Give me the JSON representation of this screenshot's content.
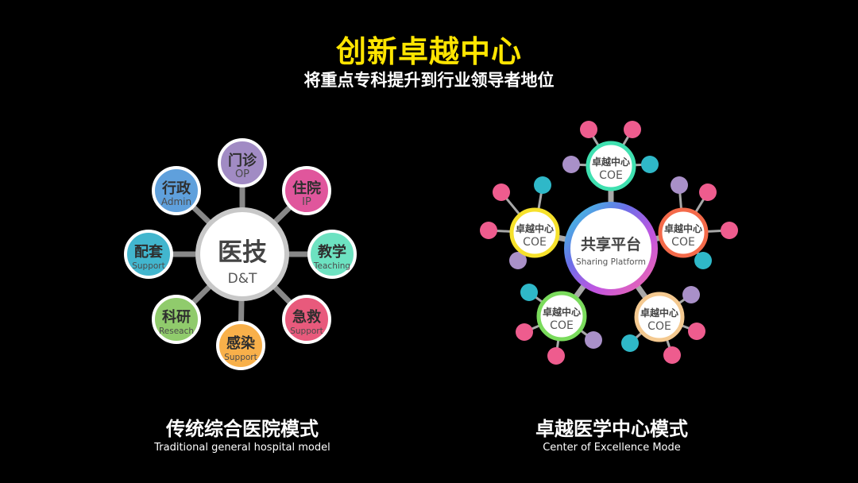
{
  "header": {
    "title": "创新卓越中心",
    "subtitle": "将重点专科提升到行业领导者地位"
  },
  "left_diagram": {
    "center": {
      "cn": "医技",
      "en": "D&T"
    },
    "nodes": [
      {
        "cn": "门诊",
        "en": "OP",
        "color": "#A18BC4"
      },
      {
        "cn": "住院",
        "en": "IP",
        "color": "#E0569C"
      },
      {
        "cn": "教学",
        "en": "Teaching",
        "color": "#6DE2C1"
      },
      {
        "cn": "急救",
        "en": "Support",
        "color": "#E85A7C"
      },
      {
        "cn": "感染",
        "en": "Support",
        "color": "#F8B04A"
      },
      {
        "cn": "科研",
        "en": "Reseach",
        "color": "#90CB6C"
      },
      {
        "cn": "配套",
        "en": "Support",
        "color": "#42B6CE"
      },
      {
        "cn": "行政",
        "en": "Admin",
        "color": "#5FA0DC"
      }
    ],
    "caption": "传统综合医院模式",
    "caption_en": "Traditional general hospital model"
  },
  "right_diagram": {
    "center": {
      "cn": "共享平台",
      "en": "Sharing Platform"
    },
    "coe_label_cn": "卓越中心",
    "coe_label_en": "COE",
    "coe_nodes": [
      {
        "ring": "#3FE0B0"
      },
      {
        "ring": "#F46A4A"
      },
      {
        "ring": "#F4C990"
      },
      {
        "ring": "#7ADB5C"
      },
      {
        "ring": "#F6E12B"
      }
    ],
    "satellite_colors": {
      "pink": "#EE5C8E",
      "teal": "#2FB8C8",
      "lavender": "#A990C8"
    },
    "caption": "卓越医学中心模式",
    "caption_en": "Center of Excellence Mode"
  }
}
